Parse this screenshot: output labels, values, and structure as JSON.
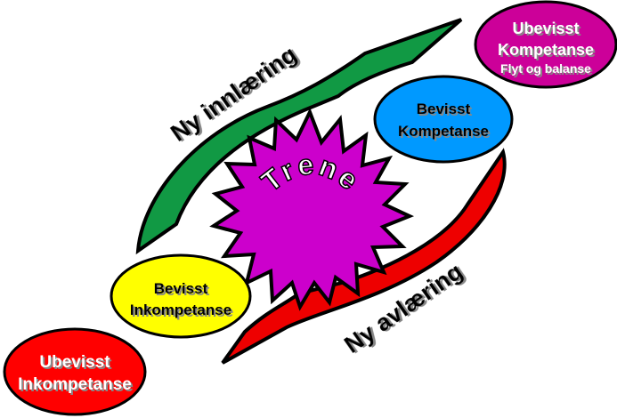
{
  "diagram": {
    "center": {
      "label": "Trene",
      "color": "#cc00cc"
    },
    "stages": [
      {
        "id": "ubevisst-inkompetanse",
        "lines": [
          "Ubevisst",
          "Inkompetanse"
        ],
        "color": "#ff0000",
        "text_color": "#ffffff"
      },
      {
        "id": "bevisst-inkompetanse",
        "lines": [
          "Bevisst",
          "Inkompetanse"
        ],
        "color": "#ffff00",
        "text_color": "#000000"
      },
      {
        "id": "bevisst-kompetanse",
        "lines": [
          "Bevisst",
          "Kompetanse"
        ],
        "color": "#0099ff",
        "text_color": "#000000"
      },
      {
        "id": "ubevisst-kompetanse",
        "lines": [
          "Ubevisst",
          "Kompetanse",
          "Flyt og balanse"
        ],
        "color": "#cc0099",
        "text_color": "#ffffff"
      }
    ],
    "arrows": [
      {
        "id": "ny-innlaering",
        "label": "Ny innlæring",
        "color": "#119944"
      },
      {
        "id": "ny-avlaering",
        "label": "Ny avlæring",
        "color": "#ee0000"
      }
    ]
  }
}
